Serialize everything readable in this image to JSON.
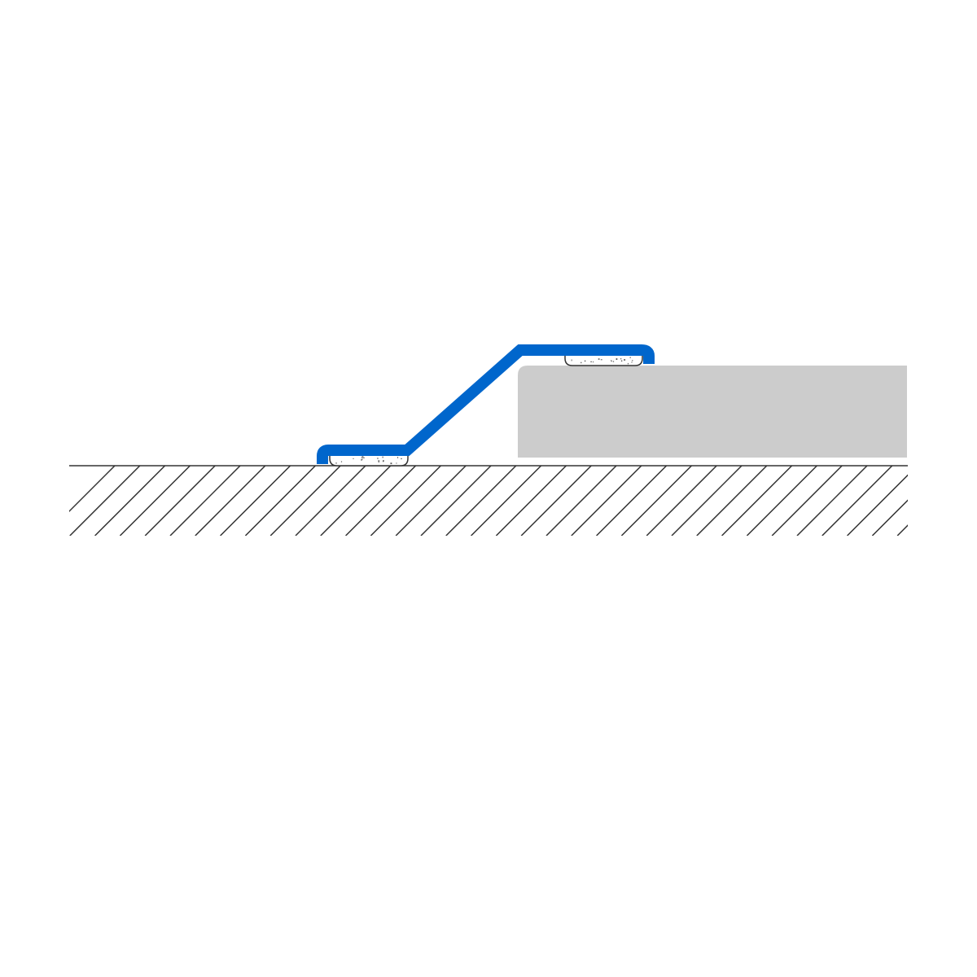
{
  "diagram": {
    "kind": "flooring transition profile cross-section",
    "components": [
      "subfloor-hatched",
      "raised-floor-slab",
      "transition-profile",
      "adhesive-pad-low",
      "adhesive-pad-high"
    ],
    "colors": {
      "background": "#ffffff",
      "profile": "#0066CC",
      "slab_fill": "#CCCCCC",
      "line": "#333333",
      "adhesive_fill": "#ffffff",
      "adhesive_dots": "#555555"
    }
  }
}
